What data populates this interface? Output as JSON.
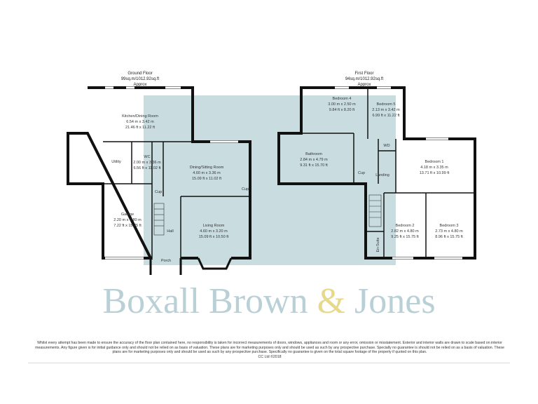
{
  "ground_floor": {
    "title": "Ground Floor",
    "area": "99sq.m/1012.92sq.ft",
    "approx": "Approx"
  },
  "first_floor": {
    "title": "First Floor",
    "area": "94sq.m/1012.92sq.ft",
    "approx": "Approx"
  },
  "rooms": {
    "kitchen": {
      "name": "Kitchen/Dining Room",
      "metric": "6.54 m x 3.42 m",
      "imperial": "21.46 ft x 11.22 ft"
    },
    "utility": {
      "name": "Utility"
    },
    "wc": {
      "name": "WC",
      "metric": "2.00 m x 3.36 m",
      "imperial": "6.56 ft x 11.02 ft"
    },
    "dining": {
      "name": "Dining/Sitting Room",
      "metric": "4.60 m x 3.36 m",
      "imperial": "15.09 ft x 11.02 ft"
    },
    "garage": {
      "name": "Garage",
      "metric": "2.20 m x 4.80 m",
      "imperial": "7.22 ft x 15.75 ft"
    },
    "living": {
      "name": "Living Room",
      "metric": "4.60 m x 3.20 m",
      "imperial": "15.09 ft x 10.50 ft"
    },
    "hall": {
      "name": "Hall"
    },
    "porch": {
      "name": "Porch"
    },
    "cup_ground": {
      "name": "Cup"
    },
    "cup_dining": {
      "name": "Cup"
    },
    "bedroom4": {
      "name": "Bedroom 4",
      "metric": "3.00 m x 2.50 m",
      "imperial": "9.84 ft x 8.20 ft"
    },
    "bedroom5": {
      "name": "Bedroom 5",
      "metric": "2.13 m x 3.42 m",
      "imperial": "6.99 ft x 11.22 ft"
    },
    "bathroom": {
      "name": "Bathroom",
      "metric": "2.84 m x 4.79 m",
      "imperial": "9.31 ft x 15.70 ft"
    },
    "wd": {
      "name": "WD"
    },
    "cup_first": {
      "name": "Cup"
    },
    "landing": {
      "name": "Landing"
    },
    "bedroom1": {
      "name": "Bedroom 1",
      "metric": "4.18 m x 3.35 m",
      "imperial": "13.71 ft x 10.99 ft"
    },
    "bedroom2": {
      "name": "Bedroom 2",
      "metric": "2.82 m x 4.80 m",
      "imperial": "9.25 ft x 15.75 ft"
    },
    "bedroom3": {
      "name": "Bedroom 3",
      "metric": "2.73 m x 4.80 m",
      "imperial": "8.96 ft x 15.75 ft"
    },
    "ensuite": {
      "name": "En-Suite"
    }
  },
  "watermark": {
    "line1": "Boxall Brown",
    "amp": "&",
    "line2": "Jones"
  },
  "disclaimer": "Whilst every attempt has been made to ensure the accuracy of the floor plan contained here, no responsibility is taken for incorrect measurements of doors, windows, appliances and room or any error, omission or misstatement. Exterior and interior walls are drawn to scale based on interior measurements. Any figure given is for initial guidance only and should not be relied on as basis of valuation. These plans are for marketing purposes only and should be used as such by any prospective purchase. Specially no guarantee is should not be relied on as a basis of valuation. These plans are for marketing purposes only and should be used as such by any prospective purchase. Specifically no guarantee is given on the total square footage of the property if quoted on this plan.",
  "copyright": "CC Ltd ©2018",
  "colors": {
    "watermark_bg": "#c9dde1",
    "wall": "#111111",
    "amp": "#f1e7a6"
  }
}
